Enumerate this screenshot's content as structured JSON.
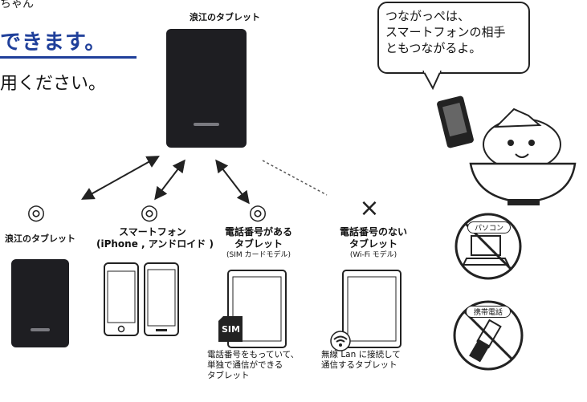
{
  "top_left_text": "ちゃん",
  "headline": "できます。",
  "subtext": "用ください。",
  "center_tablet_label": "浪江のタブレット",
  "speech_bubble": {
    "lines": [
      "つながっぺは、",
      "スマートフォンの相手",
      "ともつながるよ。"
    ]
  },
  "devices": [
    {
      "symbol": "◎",
      "title_lines": [
        "浪江のタブレット"
      ],
      "subtitle": "",
      "caption_lines": []
    },
    {
      "symbol": "◎",
      "title_lines": [
        "スマートフォン",
        "(iPhone , アンドロイド )"
      ],
      "subtitle": "",
      "caption_lines": []
    },
    {
      "symbol": "◎",
      "title_lines": [
        "電話番号がある",
        "タブレット"
      ],
      "subtitle": "(SIM カードモデル)",
      "caption_lines": [
        "電話番号をもっていて、",
        "単独で通信ができる",
        "タブレット"
      ]
    },
    {
      "symbol": "×",
      "title_lines": [
        "電話番号のない",
        "タブレット"
      ],
      "subtitle": "(Wi-Fi モデル)",
      "caption_lines": [
        "無線 Lan に接続して",
        "通信するタブレット"
      ]
    }
  ],
  "sim_label": "SIM",
  "prohibited": [
    {
      "label": "パソコン",
      "icon": "laptop-icon"
    },
    {
      "label": "携帯電話",
      "icon": "flip-phone-icon"
    }
  ],
  "icons": {
    "wifi": "wifi-icon",
    "sim": "sim-card-icon",
    "mascot": "mascot-illustration"
  }
}
